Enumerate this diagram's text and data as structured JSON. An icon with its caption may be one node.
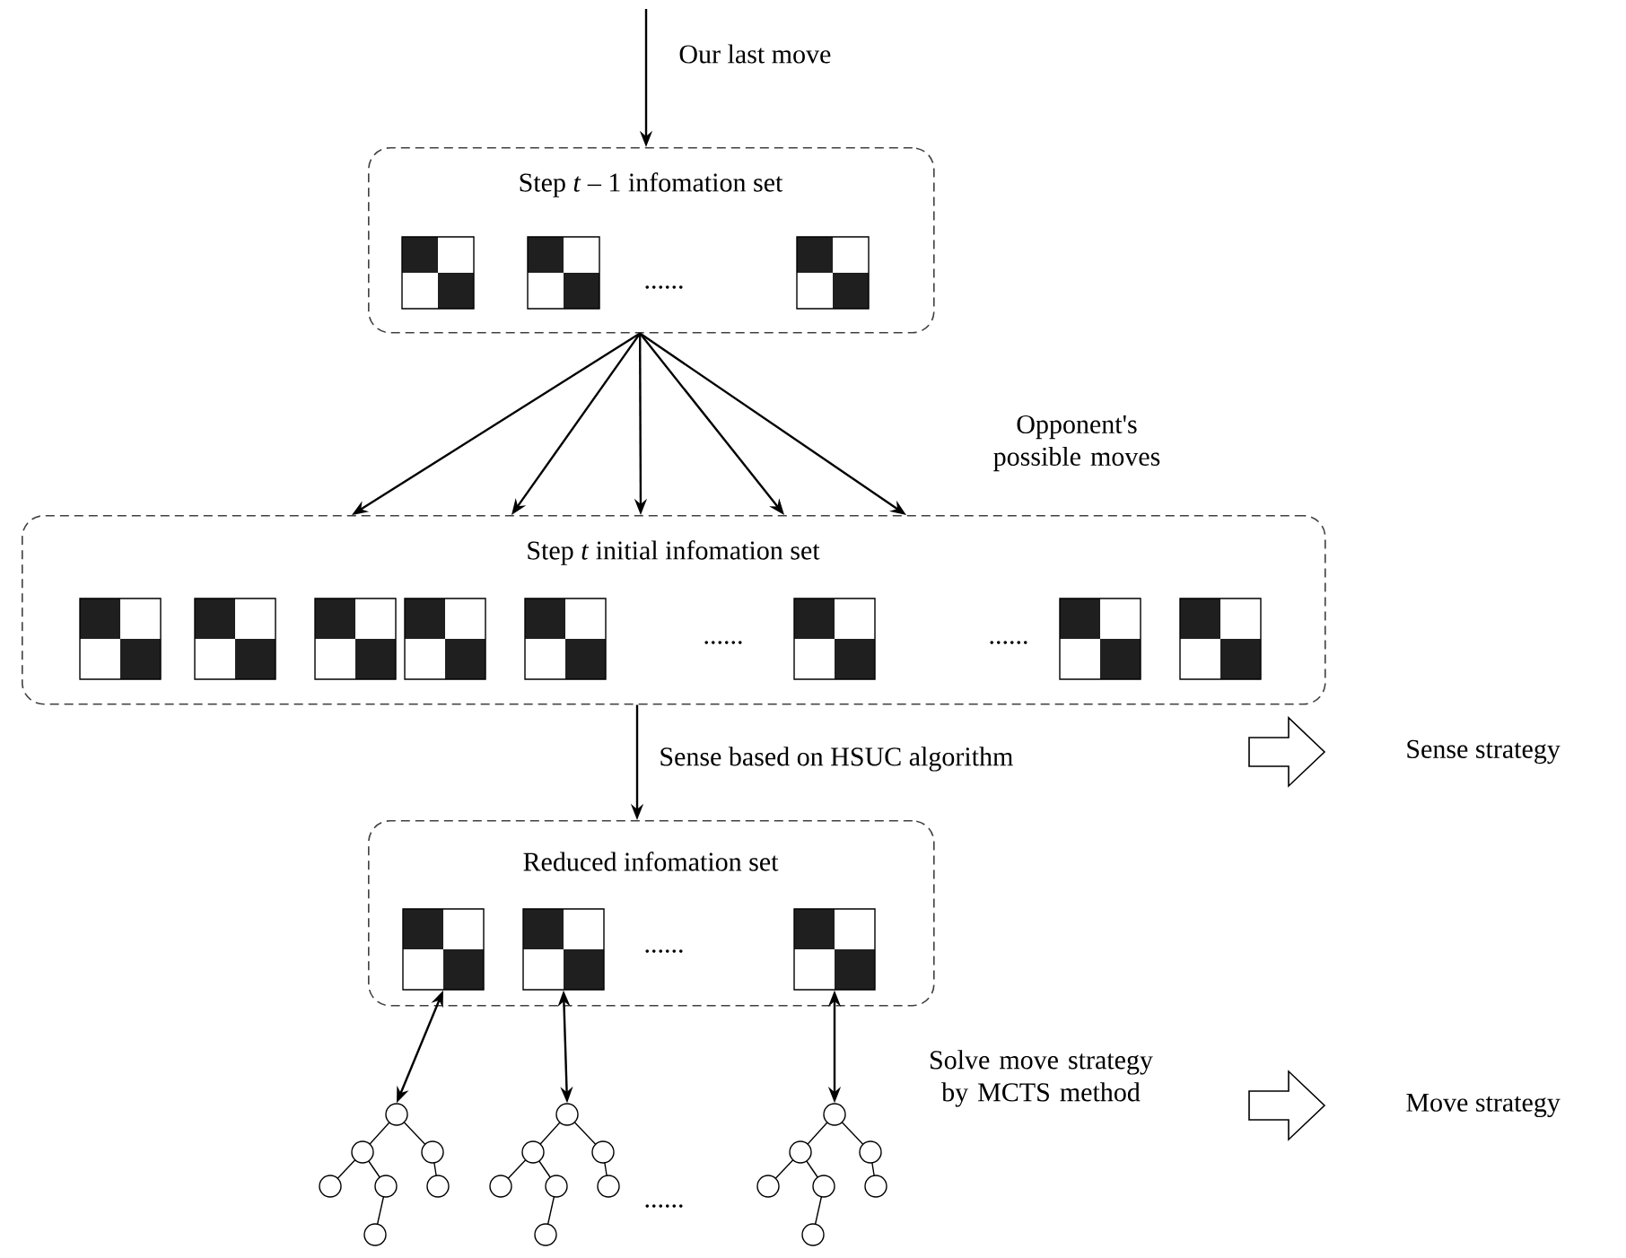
{
  "diagram": {
    "nodes": [
      {
        "text": [
          "Step *t* – 1 infomation set"
        ]
      },
      {
        "text": [],
        "shape": "board",
        "in": 0
      },
      {
        "text": [],
        "shape": "board",
        "in": 0
      },
      {
        "text": [],
        "shape": "board",
        "in": 0
      },
      {
        "text": [
          "Step *t* initial infomation set"
        ]
      },
      {
        "text": [],
        "shape": "board",
        "in": 4
      },
      {
        "text": [],
        "shape": "board",
        "in": 4
      },
      {
        "text": [],
        "shape": "board",
        "in": 4
      },
      {
        "text": [],
        "shape": "board",
        "in": 4
      },
      {
        "text": [],
        "shape": "board",
        "in": 4
      },
      {
        "text": [],
        "shape": "board",
        "in": 4
      },
      {
        "text": [],
        "shape": "board",
        "in": 4
      },
      {
        "text": [],
        "shape": "board",
        "in": 4
      },
      {
        "text": [
          "Reduced infomation set"
        ]
      },
      {
        "text": [],
        "shape": "board",
        "in": 13
      },
      {
        "text": [],
        "shape": "board",
        "in": 13
      },
      {
        "text": [],
        "shape": "board",
        "in": 13
      },
      {
        "text": [],
        "shape": "tree"
      },
      {
        "text": [],
        "shape": "tree"
      },
      {
        "text": [],
        "shape": "tree"
      }
    ],
    "edges": [
      {
        "from": null,
        "to": 0,
        "arrow": "to",
        "label": "Our last move"
      },
      {
        "from": 0,
        "to": 4,
        "arrow": "to"
      },
      {
        "from": 0,
        "to": 4,
        "arrow": "to"
      },
      {
        "from": 0,
        "to": 4,
        "arrow": "to"
      },
      {
        "from": 0,
        "to": 4,
        "arrow": "to"
      },
      {
        "from": 0,
        "to": 4,
        "arrow": "to"
      },
      {
        "from": 4,
        "to": 13,
        "arrow": "to",
        "label": "Sense based on HSUC algorithm"
      },
      {
        "from": 14,
        "to": 17,
        "arrow": "both"
      },
      {
        "from": 15,
        "to": 18,
        "arrow": "both"
      },
      {
        "from": 16,
        "to": 19,
        "arrow": "both"
      }
    ],
    "labels": [
      "......",
      "Opponent's possible moves",
      "......",
      "......",
      "Sense strategy",
      "......",
      "Solve move strategy by MCTS method",
      "Move strategy",
      "......"
    ]
  }
}
